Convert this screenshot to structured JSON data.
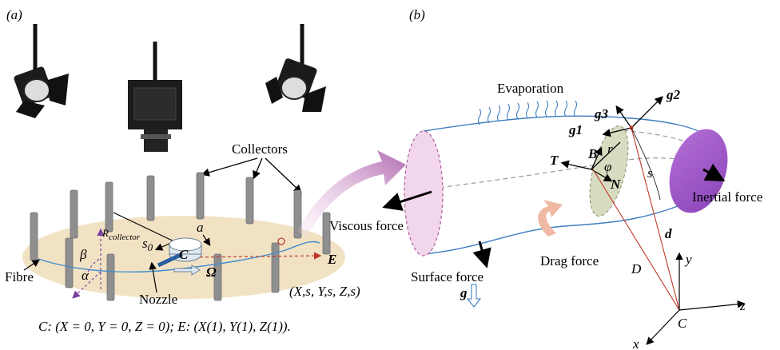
{
  "panel_a": {
    "label": "(a)",
    "collectors_label": "Collectors",
    "r_collector_label": "R",
    "r_collector_sub": "collector",
    "a_label": "a",
    "s0_label": "s",
    "s0_sub": "0",
    "c_label": "C",
    "e_label": "E",
    "omega_label": "Ω",
    "beta_label": "β",
    "alpha_label": "α",
    "fibre_label": "Fibre",
    "nozzle_label": "Nozzle",
    "coords_label": "(X,s, Y,s, Z,s)",
    "caption": "C: (X = 0, Y = 0, Z = 0); E: (X(1), Y(1), Z(1))."
  },
  "panel_b": {
    "label": "(b)",
    "evaporation_label": "Evaporation",
    "g1_label": "g1",
    "g2_label": "g2",
    "g3_label": "g3",
    "B_label": "B",
    "T_label": "T",
    "N_label": "N",
    "r_label": "r",
    "phi_label": "φ",
    "s_label": "s",
    "viscous_label": "Viscous force",
    "inertial_label": "Inertial force",
    "drag_label": "Drag force",
    "surface_label": "Surface force",
    "d_label": "d",
    "D_label": "D",
    "g_label": "g",
    "axis_y": "y",
    "axis_z": "z",
    "axis_x": "x",
    "origin_label": "C"
  }
}
